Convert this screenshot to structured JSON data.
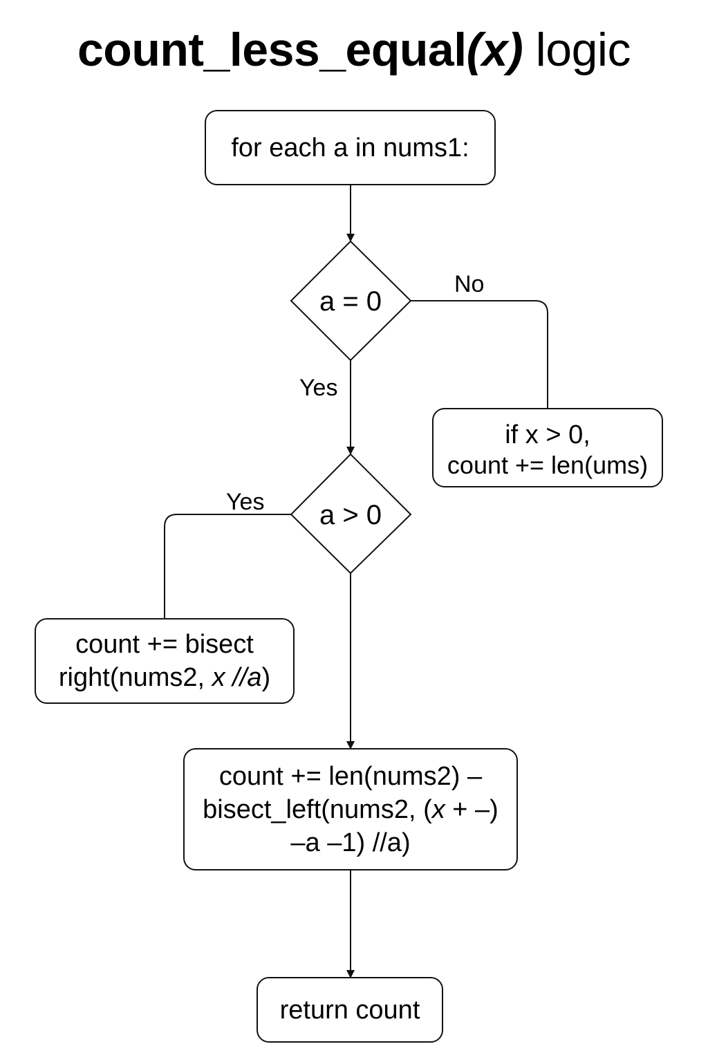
{
  "title": {
    "func": "count_less_equal",
    "param": "(x)",
    "suffix": " logic"
  },
  "nodes": {
    "loop": {
      "text": "for each a in nums1:"
    },
    "decision1": {
      "text": "a = 0"
    },
    "decision2": {
      "text": "a > 0"
    },
    "branch_no": {
      "line1": "if x > 0,",
      "line2": "count += len(ums)"
    },
    "branch_yes": {
      "line1": "count += bisect",
      "line2_a": "right(nums2, ",
      "line2_b": "x //a",
      "line2_c": ")"
    },
    "merge": {
      "line1": "count += len(nums2) –",
      "line2_a": "bisect_left(nums2, (",
      "line2_b": "x",
      "line2_c": " + –)",
      "line3": "–a –1) //a)"
    },
    "end": {
      "text": "return count"
    }
  },
  "edge_labels": {
    "no": "No",
    "yes1": "Yes",
    "yes2": "Yes"
  }
}
